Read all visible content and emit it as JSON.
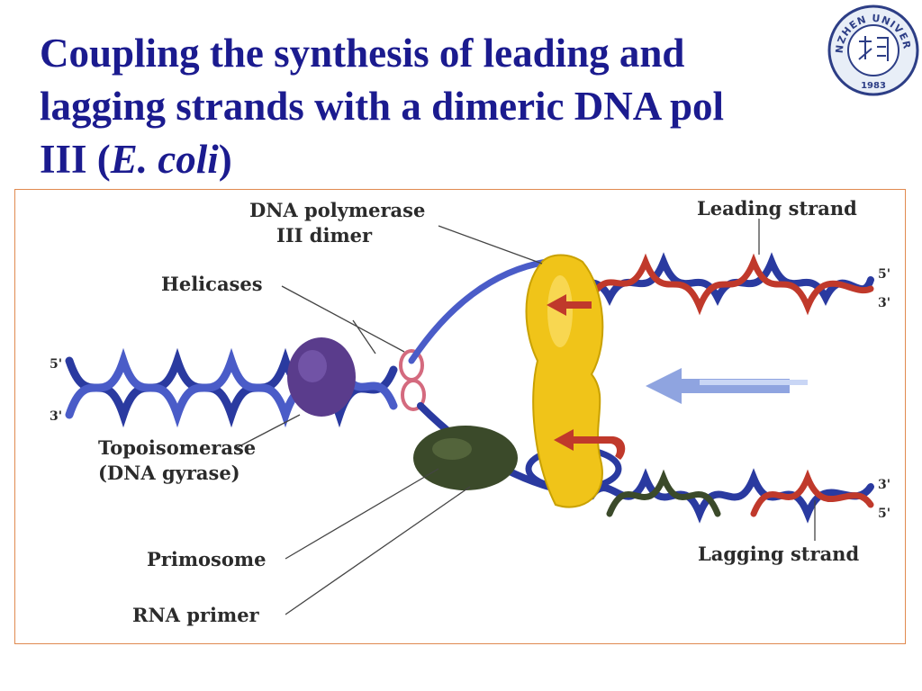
{
  "slide": {
    "title_line1": "Coupling the synthesis of leading and",
    "title_line2": "lagging strands with a dimeric DNA pol",
    "title_line3_pre": "III (",
    "title_line3_italic": "E. coli",
    "title_line3_post": ")"
  },
  "logo": {
    "ring_text": "SHENZHEN UNIVERSITY",
    "year": "1983"
  },
  "diagram": {
    "labels": {
      "pol_line1": "DNA polymerase",
      "pol_line2": "III dimer",
      "helicases": "Helicases",
      "topo_line1": "Topoisomerase",
      "topo_line2": "(DNA gyrase)",
      "primosome": "Primosome",
      "rna_primer": "RNA primer",
      "leading": "Leading strand",
      "lagging": "Lagging strand"
    },
    "ends": {
      "left_top": "5'",
      "left_bottom": "3'",
      "lead_top": "5'",
      "lead_bottom": "3'",
      "lag_top": "3'",
      "lag_bottom": "5'"
    },
    "colors": {
      "title": "#1b1b8f",
      "dna_blue": "#2a3aa0",
      "dna_red": "#c0392b",
      "polymerase": "#f0c419",
      "topoisomerase": "#5a3c8c",
      "primosome": "#3b4a2a",
      "frame": "#e08a50"
    }
  }
}
